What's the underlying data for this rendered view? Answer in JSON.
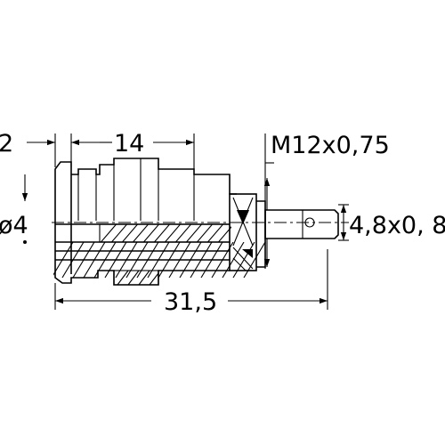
{
  "dimensions": {
    "flange_width": "2",
    "body_length": "14",
    "thread": "M12x0,75",
    "bore_diameter": "ø4",
    "tab_size": "4,8x0, 8",
    "overall_length": "31,5"
  }
}
